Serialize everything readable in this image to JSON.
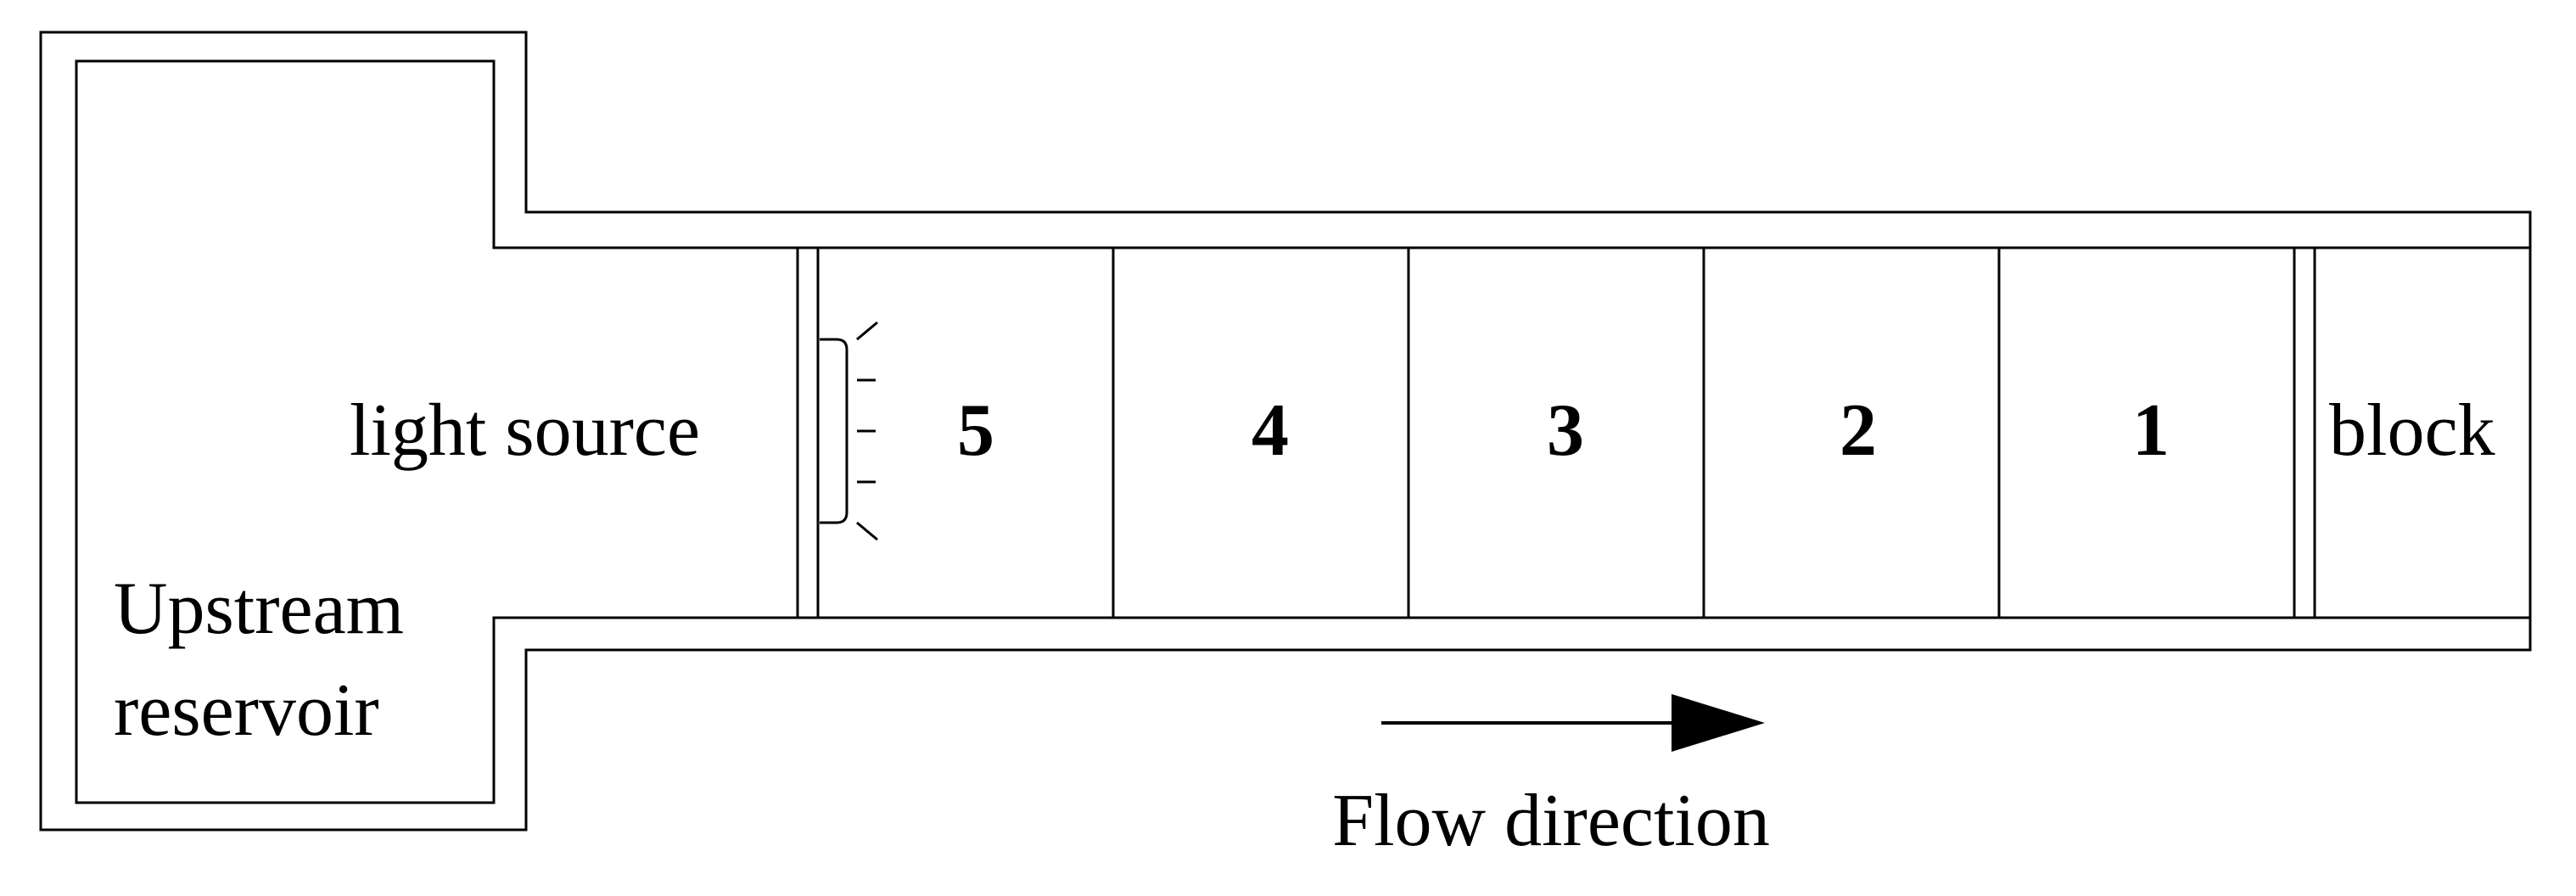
{
  "labels": {
    "light_source": "light source",
    "upstream": "Upstream",
    "reservoir": "reservoir",
    "block": "block",
    "flow_direction": "Flow direction"
  },
  "sections": [
    "5",
    "4",
    "3",
    "2",
    "1"
  ],
  "colors": {
    "stroke": "#000000",
    "background": "#ffffff"
  },
  "icons": [
    "light-source-icon",
    "flow-arrow-icon"
  ]
}
